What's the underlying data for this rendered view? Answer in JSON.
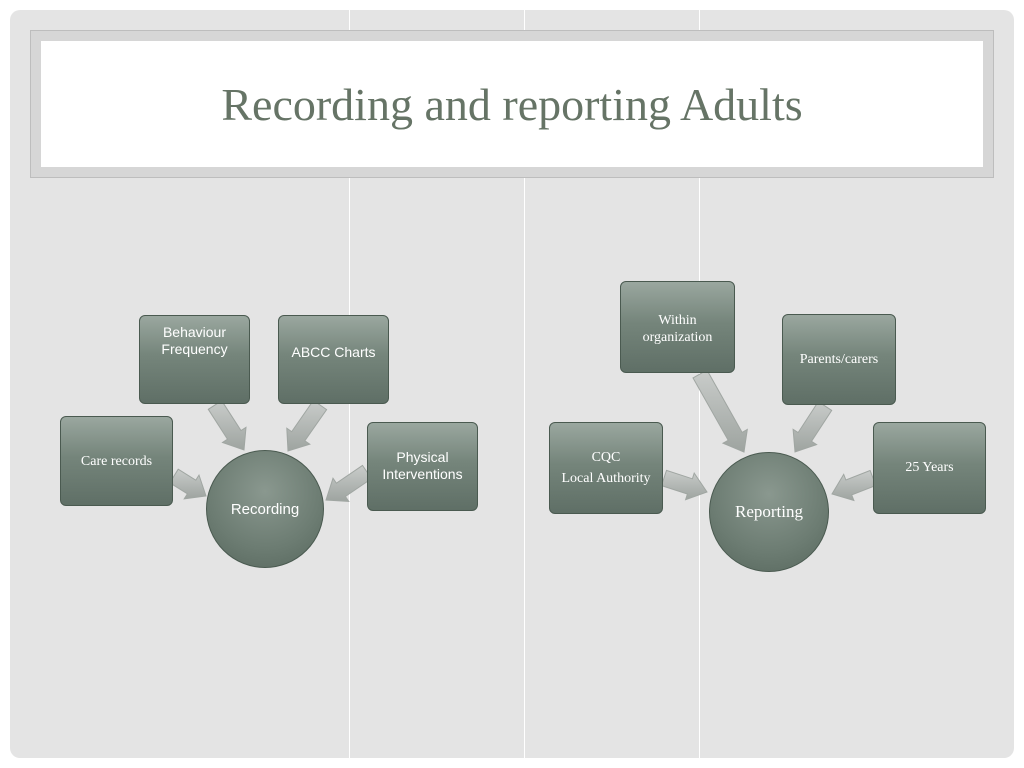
{
  "slide": {
    "title": "Recording and reporting Adults"
  },
  "recording": {
    "center_label": "Recording",
    "items": {
      "behaviour_frequency": [
        "Behaviour",
        "Frequency"
      ],
      "abcc_charts": "ABCC Charts",
      "care_records": "Care records",
      "physical_interventions": [
        "Physical",
        "Interventions"
      ]
    }
  },
  "reporting": {
    "center_label": "Reporting",
    "items": {
      "within_organization": [
        "Within",
        "organization"
      ],
      "parents_carers": "Parents/carers",
      "cqc_local_authority": [
        "CQC",
        "Local Authority"
      ],
      "twenty_five_years": "25 Years"
    }
  },
  "colors": {
    "background": "#e4e4e4",
    "title_text": "#667466",
    "node_fill": "#75857b",
    "arrow_fill": "#a4aaa6"
  }
}
